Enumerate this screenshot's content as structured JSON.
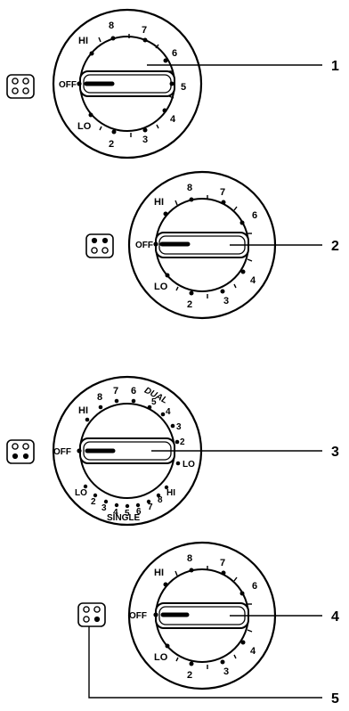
{
  "knobs": [
    {
      "callout": "1",
      "off_label": "OFF",
      "labels": [
        {
          "t": "HI"
        },
        {
          "t": "8"
        },
        {
          "t": "7"
        },
        {
          "t": "6"
        },
        {
          "t": "5"
        },
        {
          "t": "4"
        },
        {
          "t": "3"
        },
        {
          "t": "2"
        },
        {
          "t": "LO"
        }
      ]
    },
    {
      "callout": "2",
      "off_label": "OFF",
      "labels": [
        {
          "t": "HI"
        },
        {
          "t": "8"
        },
        {
          "t": "7"
        },
        {
          "t": "6"
        },
        {
          "t": "4"
        },
        {
          "t": "3"
        },
        {
          "t": "2"
        },
        {
          "t": "LO"
        }
      ]
    },
    {
      "callout": "3",
      "off_label": "OFF",
      "dual_label": "DUAL",
      "single_label": "SINGLE",
      "labels": [
        {
          "t": "HI"
        },
        {
          "t": "8"
        },
        {
          "t": "7"
        },
        {
          "t": "6"
        },
        {
          "t": "5"
        },
        {
          "t": "4"
        },
        {
          "t": "3"
        },
        {
          "t": "2"
        },
        {
          "t": "LO"
        },
        {
          "t": "LO"
        },
        {
          "t": "2"
        },
        {
          "t": "3"
        },
        {
          "t": "4"
        },
        {
          "t": "5"
        },
        {
          "t": "6"
        },
        {
          "t": "7"
        },
        {
          "t": "8"
        },
        {
          "t": "HI"
        }
      ]
    },
    {
      "callout": "4",
      "off_label": "OFF",
      "labels": [
        {
          "t": "HI"
        },
        {
          "t": "8"
        },
        {
          "t": "7"
        },
        {
          "t": "6"
        },
        {
          "t": "4"
        },
        {
          "t": "3"
        },
        {
          "t": "2"
        },
        {
          "t": "LO"
        }
      ]
    }
  ],
  "extra_callout": "5"
}
